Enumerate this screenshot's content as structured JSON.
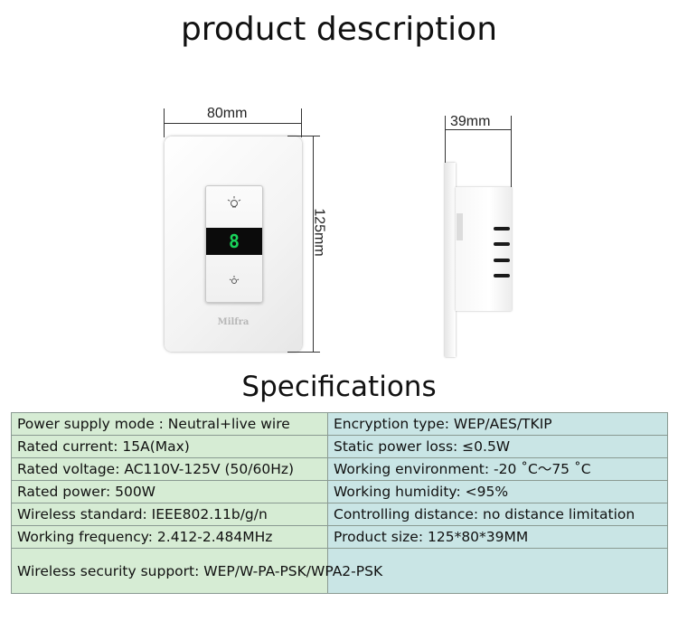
{
  "main_title": "product description",
  "spec_title": "Specifications",
  "front_view": {
    "width_label": "80mm",
    "height_label": "125mm",
    "display_digit": "8",
    "brand": "Milfra"
  },
  "side_view": {
    "depth_label": "39mm"
  },
  "specs": {
    "left": [
      "Power supply mode : Neutral+live wire",
      "Rated current:  15A(Max)",
      "Rated voltage:  AC110V-125V (50/60Hz)",
      "Rated power:  500W",
      "Wireless standard:  IEEE802.11b/g/n",
      "Working frequency:  2.412-2.484MHz",
      "Wireless security support:  WEP/W-PA-PSK/WPA2-PSK"
    ],
    "right": [
      "Encryption type:  WEP/AES/TKIP",
      "Static power loss:  ≤0.5W",
      "Working environment:  -20  ˚C～75  ˚C",
      "Working humidity:  <95%",
      "Controlling distance: no distance limitation",
      "Product size:  125*80*39MM",
      ""
    ]
  },
  "colors": {
    "left_column_bg": "#d6ecd4",
    "right_column_bg": "#c9e5e5",
    "display_digit": "#19d35a"
  },
  "icons": [
    "bulb-on-icon",
    "bulb-dim-icon"
  ]
}
